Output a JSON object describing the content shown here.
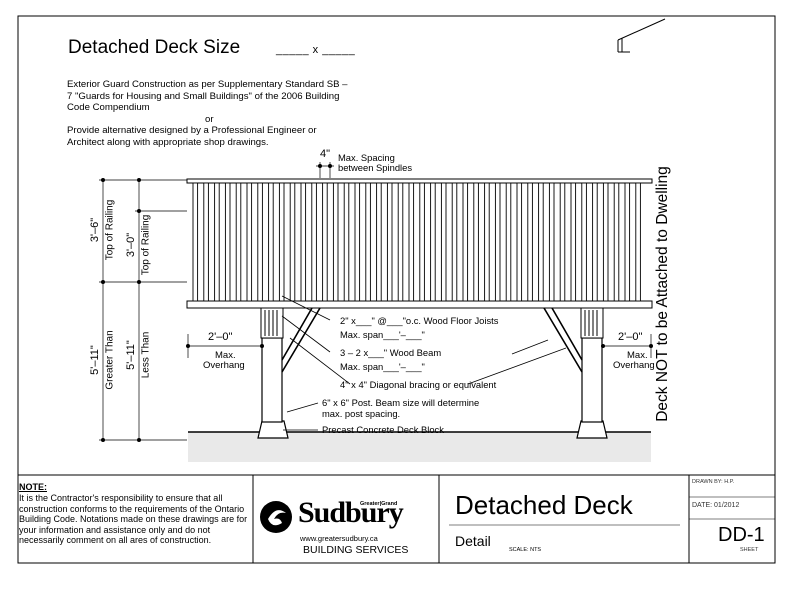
{
  "heading": {
    "title": "Detached Deck Size",
    "size_blanks": "_____ x _____"
  },
  "guard_note": {
    "line1": "Exterior Guard Construction as per Supplementary Standard SB – 7 \"Guards for Housing and Small Buildings\" of the 2006 Building Code Compendium",
    "or": "or",
    "line2": "Provide alternative designed by a Professional Engineer or Architect along with appropriate shop drawings."
  },
  "dimensions": {
    "spindle_spacing": "4\"",
    "spindle_spacing_label_1": "Max. Spacing",
    "spindle_spacing_label_2": "between Spindles",
    "railing_high": "3'–6\"",
    "railing_high_label": "Top of Railing",
    "railing_low": "3'–0\"",
    "railing_low_label": "Top of Railing",
    "deck_high": "5'–11\"",
    "deck_high_label": "Greater Than",
    "deck_low": "5'–11\"",
    "deck_low_label": "Less Than",
    "overhang": "2'–0\"",
    "overhang_label_1": "Max.",
    "overhang_label_2": "Overhang"
  },
  "callouts": {
    "joists": "2\" x___\" @___\"o.c. Wood Floor Joists",
    "joists_span": "Max. span___'–___\"",
    "beam": "3 – 2 x___\"  Wood Beam",
    "beam_span": "Max. span___'–___\"",
    "bracing": "4\" x 4\" Diagonal bracing or equivalent",
    "post_1": "6\" x 6\" Post. Beam size will determine",
    "post_2": "max. post spacing.",
    "block": "Precast Concrete Deck Block"
  },
  "side_note": "Deck NOT to be Attached to Dwelling",
  "title_block": {
    "note_heading": "NOTE:",
    "note_text": "It is the Contractor's responsibility to ensure that all construction conforms to the requirements of the Ontario Building Code. Notations made on these drawings are for your information and assistance only and do not necessarily comment on all ares of construction.",
    "brand_name": "Sudbury",
    "brand_prefix": "Greater|Grand",
    "brand_url": "www.greatersudbury.ca",
    "brand_dept": "BUILDING SERVICES",
    "drawing_title": "Detached Deck",
    "drawing_subtitle": "Detail",
    "scale": "SCALE: NTS",
    "drawn_by": "DRAWN BY: H.P.",
    "date": "DATE: 01/2012",
    "sheet_number": "DD-1",
    "sheet_label": "SHEET"
  }
}
